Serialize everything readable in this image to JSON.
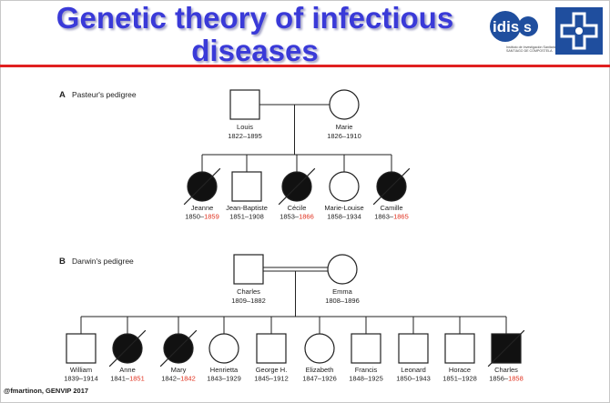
{
  "slide": {
    "title_line1": "Genetic theory of infectious",
    "title_line2": "diseases",
    "credit": "@fmartinon, GENVIP 2017"
  },
  "logos": {
    "idis_text": "idis",
    "idis_subtitle_1": "Instituto de Investigación Sanitaria",
    "idis_subtitle_2": "SANTIAGO DE COMPOSTELA"
  },
  "colors": {
    "title": "#3a3ad8",
    "accent_line": "#e02020",
    "death_year": "#e0301e",
    "logo_blue": "#1f4e9e"
  },
  "pasteur": {
    "heading_letter": "A",
    "heading_text": "Pasteur's pedigree",
    "parents": [
      {
        "name": "Louis",
        "years": "1822–1895",
        "sex": "male",
        "status": "unaffected"
      },
      {
        "name": "Marie",
        "years": "1826–1910",
        "sex": "female",
        "status": "unaffected"
      }
    ],
    "children": [
      {
        "name": "Jeanne",
        "birth": "1850–",
        "death": "1859",
        "death_red": true,
        "sex": "female",
        "status": "affected_deceased"
      },
      {
        "name": "Jean-Baptiste",
        "birth": "1851–",
        "death": "1908",
        "death_red": false,
        "sex": "male",
        "status": "unaffected"
      },
      {
        "name": "Cécile",
        "birth": "1853–",
        "death": "1866",
        "death_red": true,
        "sex": "female",
        "status": "affected_deceased"
      },
      {
        "name": "Marie-Louise",
        "birth": "1858–",
        "death": "1934",
        "death_red": false,
        "sex": "female",
        "status": "unaffected"
      },
      {
        "name": "Camille",
        "birth": "1863–",
        "death": "1865",
        "death_red": true,
        "sex": "female",
        "status": "affected_deceased"
      }
    ]
  },
  "darwin": {
    "heading_letter": "B",
    "heading_text": "Darwin's pedigree",
    "parents": [
      {
        "name": "Charles",
        "years": "1809–1882",
        "sex": "male",
        "status": "unaffected"
      },
      {
        "name": "Emma",
        "years": "1808–1896",
        "sex": "female",
        "status": "unaffected"
      }
    ],
    "children": [
      {
        "name": "William",
        "birth": "1839–",
        "death": "1914",
        "death_red": false,
        "sex": "male",
        "status": "unaffected"
      },
      {
        "name": "Anne",
        "birth": "1841–",
        "death": "1851",
        "death_red": true,
        "sex": "female",
        "status": "affected_deceased"
      },
      {
        "name": "Mary",
        "birth": "1842–",
        "death": "1842",
        "death_red": true,
        "sex": "female",
        "status": "affected_deceased"
      },
      {
        "name": "Henrietta",
        "birth": "1843–",
        "death": "1929",
        "death_red": false,
        "sex": "female",
        "status": "unaffected"
      },
      {
        "name": "George H.",
        "birth": "1845–",
        "death": "1912",
        "death_red": false,
        "sex": "male",
        "status": "unaffected"
      },
      {
        "name": "Elizabeth",
        "birth": "1847–",
        "death": "1926",
        "death_red": false,
        "sex": "female",
        "status": "unaffected"
      },
      {
        "name": "Francis",
        "birth": "1848–",
        "death": "1925",
        "death_red": false,
        "sex": "male",
        "status": "unaffected"
      },
      {
        "name": "Leonard",
        "birth": "1850–",
        "death": "1943",
        "death_red": false,
        "sex": "male",
        "status": "unaffected"
      },
      {
        "name": "Horace",
        "birth": "1851–",
        "death": "1928",
        "death_red": false,
        "sex": "male",
        "status": "unaffected"
      },
      {
        "name": "Charles",
        "birth": "1856–",
        "death": "1858",
        "death_red": true,
        "sex": "male",
        "status": "affected_deceased"
      }
    ]
  }
}
